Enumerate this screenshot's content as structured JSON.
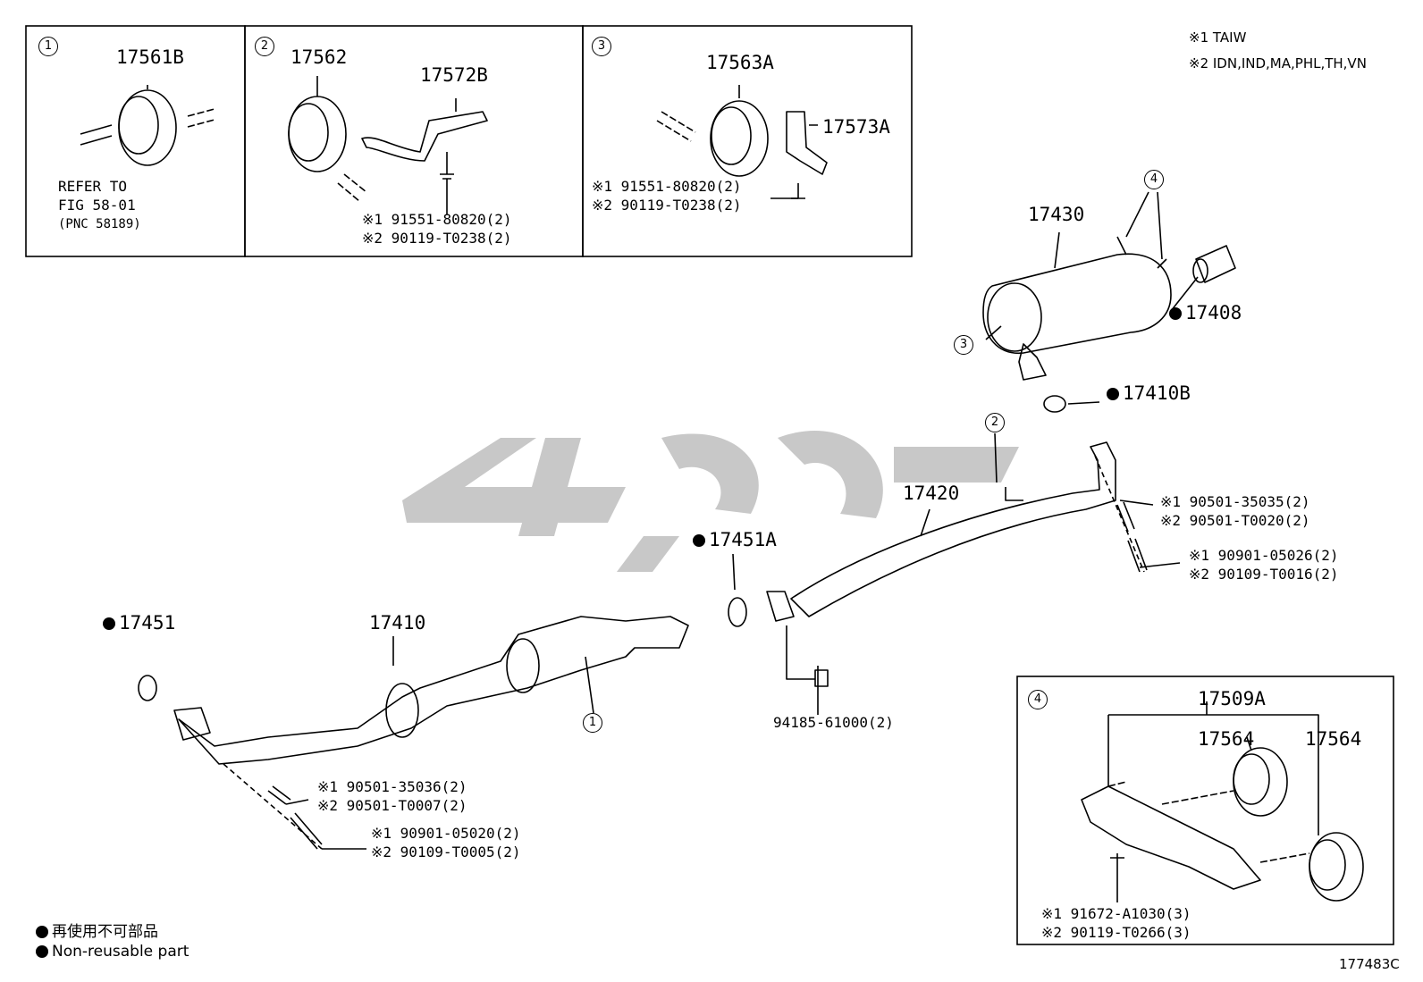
{
  "detail_boxes": {
    "box1": {
      "index": "1",
      "part": "17561B",
      "refer_line1": "REFER TO",
      "refer_line2": "FIG 58-01",
      "refer_line3": "(PNC 58189)"
    },
    "box2": {
      "index": "2",
      "part_a": "17562",
      "part_b": "17572B",
      "bolt_1": "※1 91551-80820(2)",
      "bolt_2": "※2 90119-T0238(2)"
    },
    "box3": {
      "index": "3",
      "part_a": "17563A",
      "part_b": "17573A",
      "bolt_1": "※1 91551-80820(2)",
      "bolt_2": "※2 90119-T0238(2)"
    },
    "box4": {
      "index": "4",
      "part_a": "17509A",
      "part_b": "17564",
      "part_c": "17564",
      "bolt_1": "※1 91672-A1030(3)",
      "bolt_2": "※2 90119-T0266(3)"
    }
  },
  "region_notes": {
    "note1": "※1 TAIW",
    "note2": "※2 IDN,IND,MA,PHL,TH,VN"
  },
  "parts": {
    "muffler": "17430",
    "tail_pipe": "17408",
    "gasket_rear": "17410B",
    "center_pipe": "17420",
    "gasket_mid": "17451A",
    "front_pipe": "17410",
    "gasket_front": "17451",
    "nut": "94185-61000(2)",
    "rear_spring_1": "※1 90501-35035(2)",
    "rear_spring_2": "※2 90501-T0020(2)",
    "rear_bolt_1": "※1 90901-05026(2)",
    "rear_bolt_2": "※2 90109-T0016(2)",
    "front_spring_1": "※1 90501-35036(2)",
    "front_spring_2": "※2 90501-T0007(2)",
    "front_bolt_1": "※1 90901-05020(2)",
    "front_bolt_2": "※2 90109-T0005(2)"
  },
  "callouts": {
    "c1": "1",
    "c2": "2",
    "c3": "3",
    "c4": "4"
  },
  "legend": {
    "line_jp": "再使用不可部品",
    "line_en": "Non-reusable part"
  },
  "figure_id": "177483C"
}
